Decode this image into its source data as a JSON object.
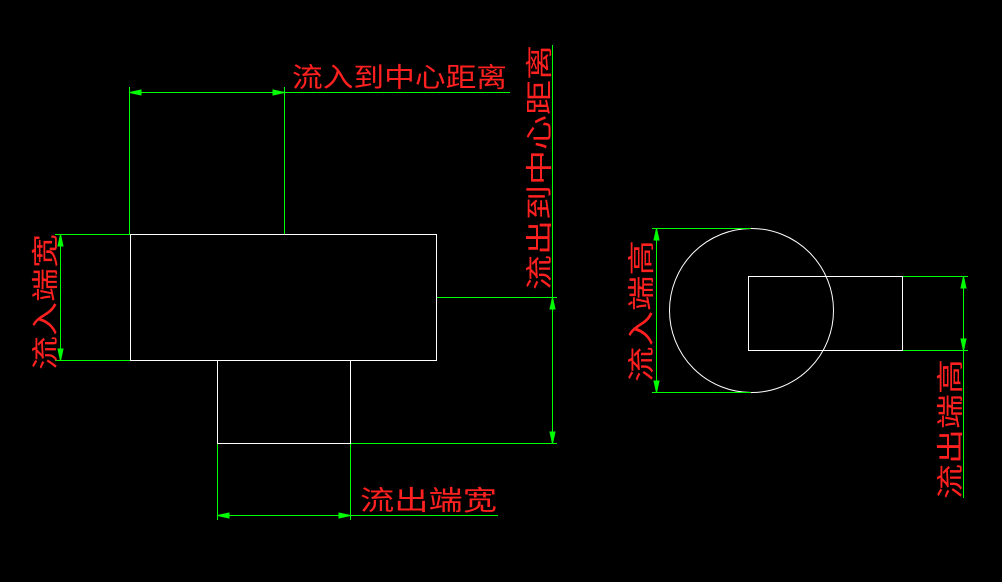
{
  "labels": {
    "inlet_to_center_h": "流入到中心距离",
    "outlet_to_center_v": "流出到中心距离",
    "inlet_width": "流入端宽",
    "outlet_width": "流出端宽",
    "inlet_height": "流入端高",
    "outlet_height": "流出端高"
  },
  "colors": {
    "background": "#000000",
    "outline": "#ffffff",
    "dimension_line": "#00ff00",
    "text": "#ff2020"
  }
}
